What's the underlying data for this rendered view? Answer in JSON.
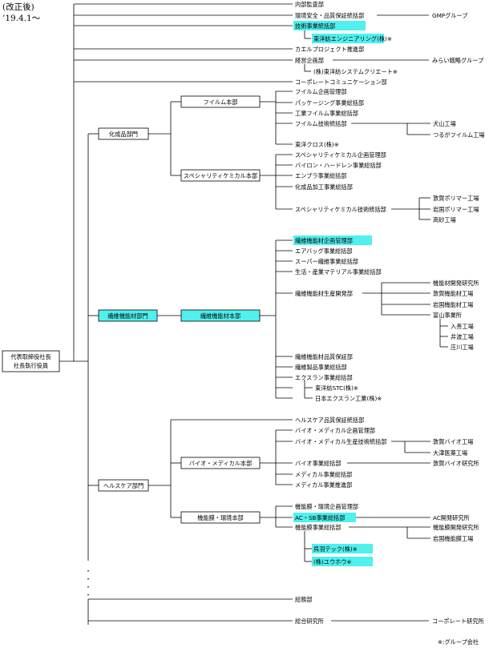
{
  "header": {
    "line1": "(改正後)",
    "line2": "’19.4.1～"
  },
  "root": {
    "line1": "代表取締役社長",
    "line2": "社長執行役員"
  },
  "top_units": {
    "naibu_kansa": "内部監査部",
    "kankyo_anzen": "環境安全・品質保証統括部",
    "gmp_group": "GMPグループ",
    "gijutsu_jigyo": "技術事業統括部",
    "toyobo_engineering": "東洋紡エンジニアリング(株)※",
    "kaeru_project": "カエルプロジェクト推進部",
    "keiei_kikaku": "経営企画部",
    "mirai_group": "みらい戦略グループ",
    "toyobo_system": "(株)東洋紡システムクリエート※",
    "corporate_comm": "コーポレートコミュニケーション部"
  },
  "kasei": {
    "division": "化成品部門",
    "film_hq": "フイルム本部",
    "film_units": [
      "フイルム企画管理部",
      "パッケージング事業総括部",
      "工業フイルム事業総括部",
      "フイルム技術統括部",
      "東洋クロス(株)※"
    ],
    "film_plants": [
      "犬山工場",
      "つるがフイルム工場"
    ],
    "specialty_hq": "スペシャリティケミカル本部",
    "specialty_units": [
      "スペシャリティケミカル企画管理部",
      "バイロン・ハードレン事業総括部",
      "エンプラ事業総括部",
      "化成品加工事業総括部",
      "スペシャリティケミカル技術統括部"
    ],
    "specialty_plants": [
      "敦賀ポリマー工場",
      "岩国ポリマー工場",
      "高砂工場"
    ]
  },
  "fiber": {
    "division": "繊維機能材部門",
    "hq": "繊維機能材本部",
    "units_top": [
      "繊維機能材企画管理部",
      "エアバッグ事業総括部",
      "スーパー繊維事業総括部",
      "生活・産業マテリアル事業総括部"
    ],
    "production": "繊維機能材生産開発部",
    "plants": [
      "機能材開発研究所",
      "敦賀機能材工場",
      "岩国機能材工場",
      "富山事業所"
    ],
    "toyama_plants": [
      "入善工場",
      "井波工場",
      "庄川工場"
    ],
    "units_bottom": [
      "繊維機能材品質保証部",
      "繊維製品事業総括部",
      "エクスラン事業総括部",
      "東洋紡STC(株)※",
      "日本エクスラン工業(株)※"
    ]
  },
  "health": {
    "division": "ヘルスケア部門",
    "hq_quality": "ヘルスケア品質保証統括部",
    "bio_hq": "バイオ・メディカル本部",
    "bio_units": [
      "バイオ・メディカル企画管理部",
      "バイオ・メディカル生産技術統括部",
      "バイオ事業総括部",
      "メディカル事業総括部",
      "メディカル事業推進部"
    ],
    "bio_plants": [
      "敦賀バイオ工場",
      "大津医薬工場"
    ],
    "bio_lab": "敦賀バイオ研究所",
    "membrane_hq": "機能膜・環境本部",
    "membrane_units": [
      "機能膜・環境企画管理部",
      "AC・SB事業総括部",
      "機能膜事業総括部",
      "呉羽テック(株)※",
      "(株)ユウホウ※"
    ],
    "ac_lab": "AC開発研究所",
    "membrane_plants": [
      "機能膜開発研究所",
      "岩国機能膜工場"
    ]
  },
  "bottom": {
    "somu": "総務部",
    "sogo_lab": "総合研究所",
    "corporate_lab": "コーポレート研究所"
  },
  "footnote": "※:グループ会社",
  "colors": {
    "highlight": "#4ff0ee",
    "line": "#000000"
  }
}
